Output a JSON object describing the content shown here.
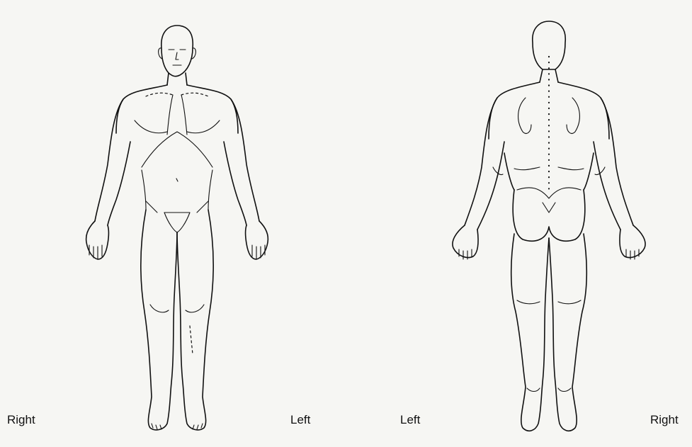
{
  "labels": {
    "front_right": "Right",
    "front_left": "Left",
    "back_left": "Left",
    "back_right": "Right"
  },
  "figures": {
    "front": "front-view",
    "back": "back-view"
  }
}
